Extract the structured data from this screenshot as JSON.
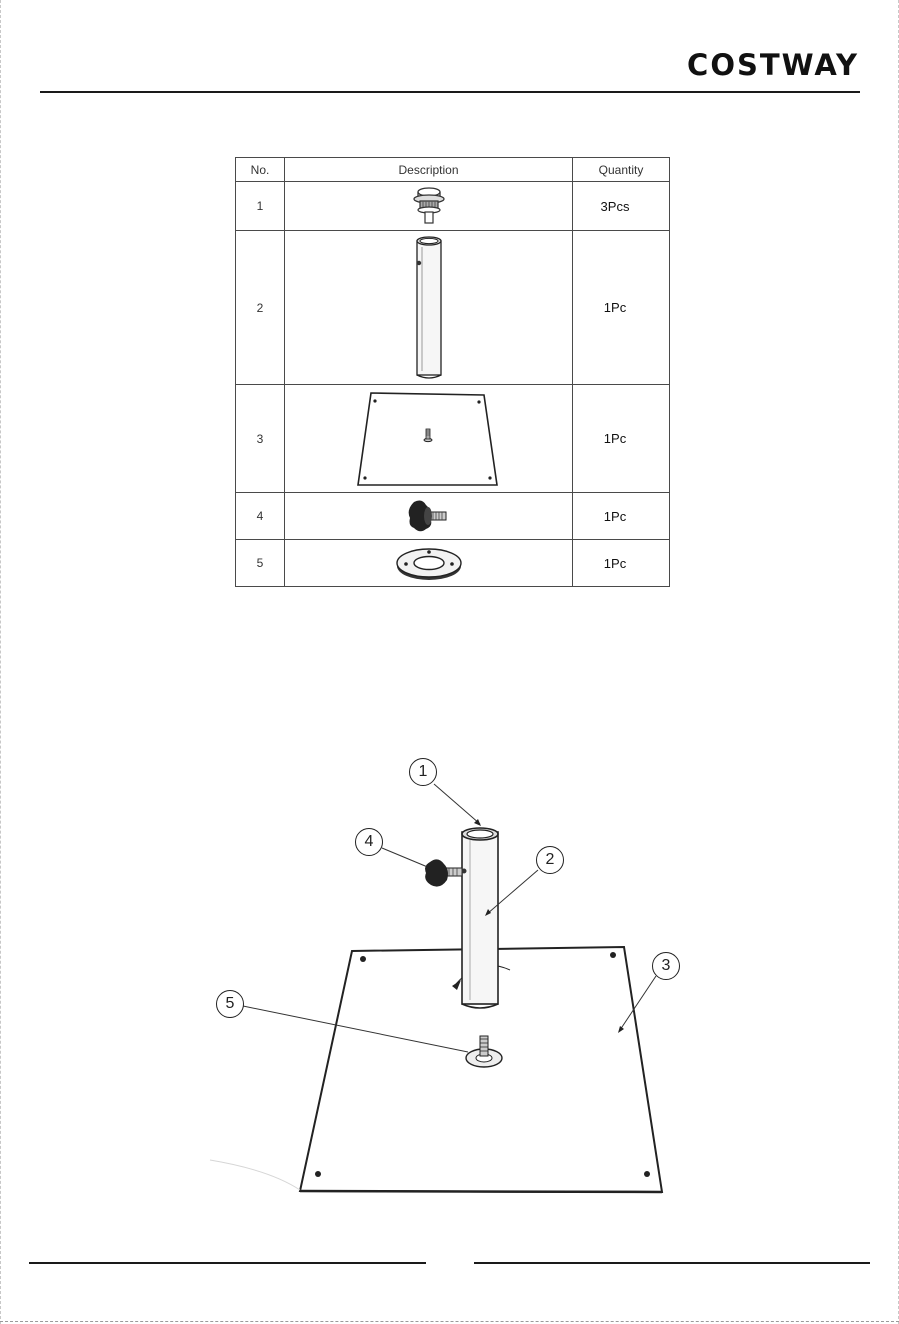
{
  "header": {
    "brand": "COSTWAY"
  },
  "parts_table": {
    "columns": [
      "No.",
      "Description",
      "Quantity"
    ],
    "rows": [
      {
        "no": "1",
        "part": "adapter-ring",
        "quantity": "3Pcs"
      },
      {
        "no": "2",
        "part": "pole-tube",
        "quantity": "1Pc"
      },
      {
        "no": "3",
        "part": "base-plate",
        "quantity": "1Pc"
      },
      {
        "no": "4",
        "part": "tightening-knob",
        "quantity": "1Pc"
      },
      {
        "no": "5",
        "part": "flange-washer",
        "quantity": "1Pc"
      }
    ]
  },
  "assembly": {
    "callouts": [
      "1",
      "2",
      "3",
      "4",
      "5"
    ]
  }
}
